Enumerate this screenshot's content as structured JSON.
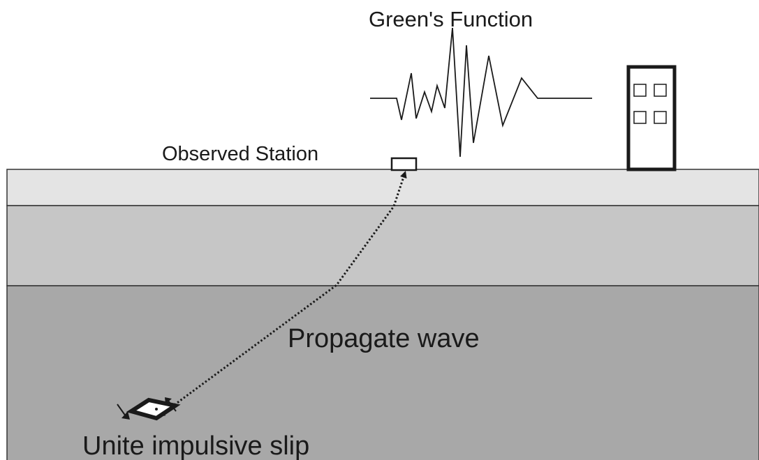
{
  "labels": {
    "title": "Green's Function",
    "station": "Observed Station",
    "wave": "Propagate wave",
    "source": "Unite impulsive slip"
  },
  "colors": {
    "top_layer": "#e4e4e4",
    "middle_layer": "#c6c6c6",
    "bottom_layer": "#a8a8a8",
    "line": "#1a1a1a",
    "background": "#ffffff"
  }
}
